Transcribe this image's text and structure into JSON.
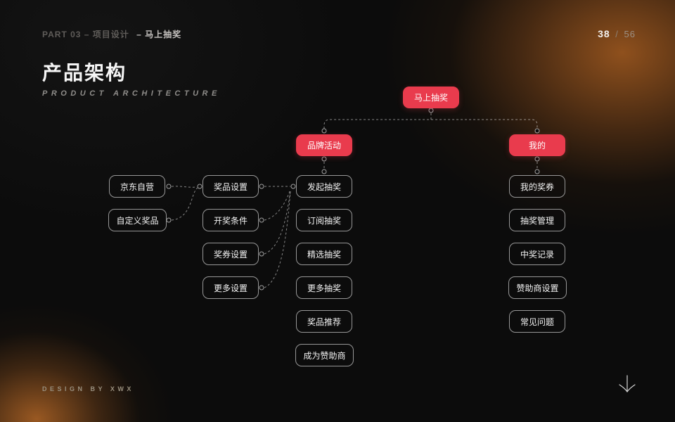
{
  "header": {
    "breadcrumb_section": "PART 03 – 项目设计",
    "breadcrumb_topic": "– 马上抽奖",
    "page_current": "38",
    "page_separator": "/",
    "page_total": "56"
  },
  "title": {
    "heading": "产品架构",
    "subheading": "PRODUCT ARCHITECTURE"
  },
  "diagram": {
    "root": {
      "label": "马上抽奖"
    },
    "branches": [
      {
        "label": "品牌活动"
      },
      {
        "label": "我的"
      }
    ],
    "columns": {
      "source": [
        {
          "label": "京东自营"
        },
        {
          "label": "自定义奖品"
        }
      ],
      "settings": [
        {
          "label": "奖品设置"
        },
        {
          "label": "开奖条件"
        },
        {
          "label": "奖券设置"
        },
        {
          "label": "更多设置"
        }
      ],
      "activity": [
        {
          "label": "发起抽奖"
        },
        {
          "label": "订阅抽奖"
        },
        {
          "label": "精选抽奖"
        },
        {
          "label": "更多抽奖"
        },
        {
          "label": "奖品推荐"
        },
        {
          "label": "成为赞助商"
        }
      ],
      "mine": [
        {
          "label": "我的奖券"
        },
        {
          "label": "抽奖管理"
        },
        {
          "label": "中奖记录"
        },
        {
          "label": "赞助商设置"
        },
        {
          "label": "常见问题"
        }
      ]
    }
  },
  "footer": {
    "credit": "DESIGN BY XWX"
  },
  "icons": {
    "scroll_down_arrow": "down-arrow"
  },
  "colors": {
    "accent_red": "#e93b4d",
    "glow_orange": "#96541e",
    "background": "#0c0c0c",
    "box_border": "#979797"
  }
}
